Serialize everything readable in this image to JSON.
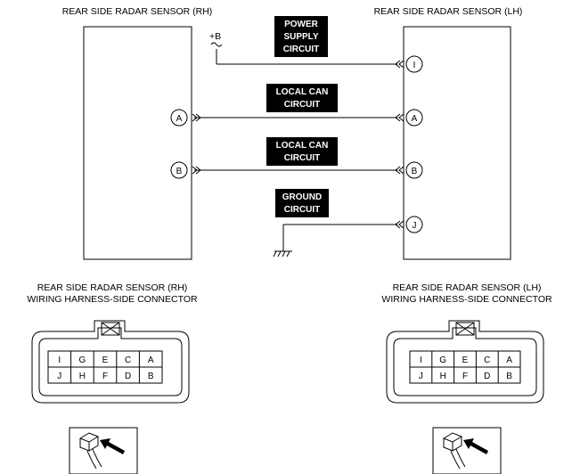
{
  "sensors": {
    "rh_title": "REAR SIDE RADAR SENSOR (RH)",
    "lh_title": "REAR SIDE RADAR SENSOR (LH)"
  },
  "plus_b": "+B",
  "circuits": {
    "power": [
      "POWER",
      "SUPPLY",
      "CIRCUIT"
    ],
    "can1": [
      "LOCAL CAN",
      "CIRCUIT"
    ],
    "can2": [
      "LOCAL CAN",
      "CIRCUIT"
    ],
    "ground": [
      "GROUND",
      "CIRCUIT"
    ]
  },
  "pins": {
    "rh_a": "A",
    "rh_b": "B",
    "lh_i": "I",
    "lh_a": "A",
    "lh_b": "B",
    "lh_j": "J"
  },
  "connectors": {
    "rh_caption": [
      "REAR SIDE RADAR SENSOR (RH)",
      "WIRING HARNESS-SIDE CONNECTOR"
    ],
    "lh_caption": [
      "REAR SIDE RADAR SENSOR (LH)",
      "WIRING HARNESS-SIDE CONNECTOR"
    ],
    "rh_top_row": [
      "I",
      "G",
      "E",
      "C",
      "A"
    ],
    "rh_bottom_row": [
      "J",
      "H",
      "F",
      "D",
      "B"
    ],
    "lh_top_row": [
      "I",
      "G",
      "E",
      "C",
      "A"
    ],
    "lh_bottom_row": [
      "J",
      "H",
      "F",
      "D",
      "B"
    ]
  },
  "icons": [
    "connector-plug-icon",
    "connector-plug-icon"
  ]
}
